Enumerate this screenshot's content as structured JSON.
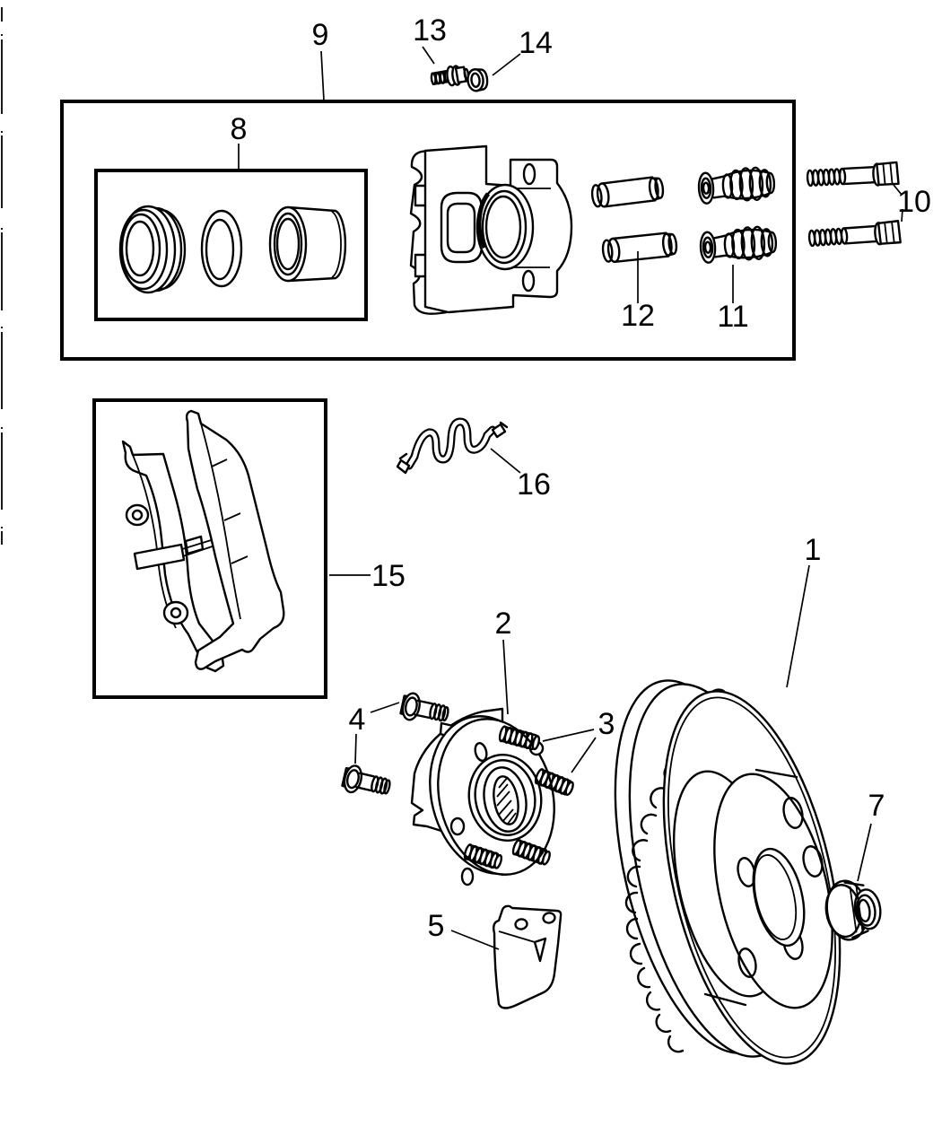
{
  "diagram": {
    "kind": "exploded-parts-line-drawing",
    "colors": {
      "ink": "#000000",
      "background": "#ffffff"
    }
  },
  "labels": {
    "rotor": "1",
    "hub_bearing": "2",
    "wheel_stud": "3",
    "hub_bolt": "4",
    "splash_shield": "5",
    "hub_nut": "7",
    "seal_kit": "8",
    "caliper_kit": "9",
    "caliper_bolt": "10",
    "bushing": "11",
    "guide_pin": "12",
    "bleeder_screw": "13",
    "bleeder_cap": "14",
    "pad_kit": "15",
    "pad_clip": "16"
  }
}
